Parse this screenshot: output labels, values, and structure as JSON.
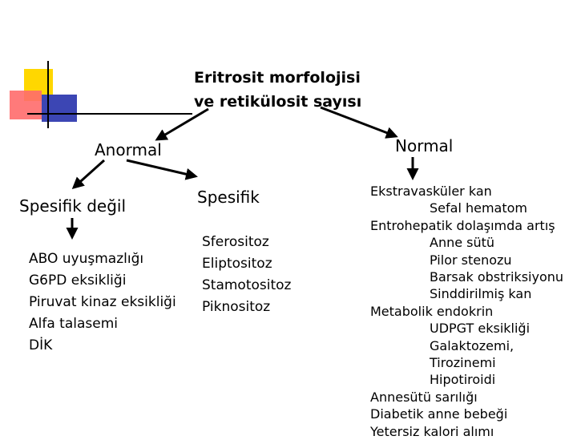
{
  "title": {
    "line1": "Eritrosit morfolojisi",
    "line2": "ve retikülosit sayısı"
  },
  "branches": {
    "anormal": "Anormal",
    "normal": "Normal",
    "spesifik_degil": "Spesifik değil",
    "spesifik": "Spesifik"
  },
  "spesifik_degil_items": [
    "ABO uyuşmazlığı",
    "G6PD eksikliği",
    "Piruvat kinaz eksikliği",
    "Alfa talasemi",
    "DİK"
  ],
  "spesifik_items": [
    "Sferositoz",
    "Eliptositoz",
    "Stamotositoz",
    "Piknositoz"
  ],
  "normal_items": [
    {
      "text": "Ekstravasküler kan",
      "indent": 0
    },
    {
      "text": "Sefal hematom",
      "indent": 1
    },
    {
      "text": "Entrohepatik dolaşımda artış",
      "indent": 0
    },
    {
      "text": "Anne sütü",
      "indent": 1
    },
    {
      "text": "Pilor stenozu",
      "indent": 1
    },
    {
      "text": "Barsak obstriksiyonu",
      "indent": 1
    },
    {
      "text": "Sinddirilmiş kan",
      "indent": 1
    },
    {
      "text": "Metabolik endokrin",
      "indent": 0
    },
    {
      "text": "UDPGT eksikliği",
      "indent": 1
    },
    {
      "text": "Galaktozemi,",
      "indent": 1
    },
    {
      "text": "Tirozinemi",
      "indent": 1
    },
    {
      "text": "Hipotiroidi",
      "indent": 1
    },
    {
      "text": "Annesütü sarılığı",
      "indent": 0
    },
    {
      "text": "Diabetik anne bebeği",
      "indent": 0
    },
    {
      "text": "Yetersiz kalori alımı",
      "indent": 0
    }
  ],
  "colors": {
    "deco_yellow": "#ffd700",
    "deco_red": "#ff6b6b",
    "deco_blue": "#3c46b4",
    "line": "#000000"
  }
}
